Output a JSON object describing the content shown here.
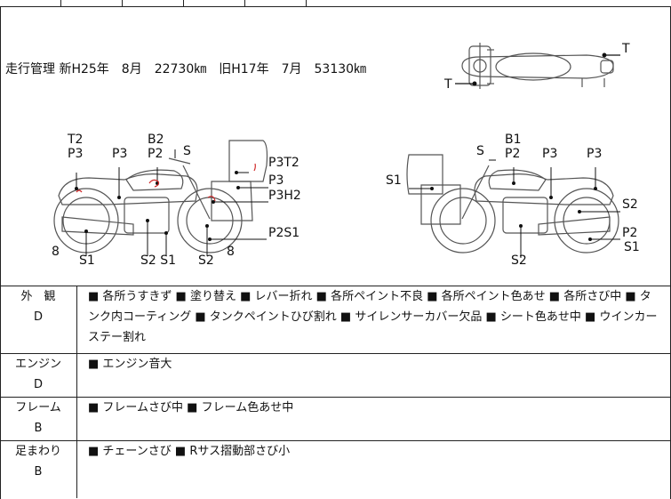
{
  "odometer": {
    "label": "走行管理",
    "new_reading": "新H25年　8月　22730㎞",
    "old_reading": "旧H17年　7月　53130㎞"
  },
  "top_view_labels": {
    "right": "T",
    "left": "T"
  },
  "left_side_labels": {
    "t2": "T2",
    "p3_a": "P3",
    "p3_b": "P3",
    "b2": "B2",
    "p2": "P2",
    "s": "S",
    "p3t2": "P3T2",
    "p3": "P3",
    "p3h2": "P3H2",
    "p2s1": "P2S1",
    "eight_a": "8",
    "eight_b": "8",
    "s1_a": "S1",
    "s2s1": "S2 S1",
    "s2": "S2"
  },
  "right_side_labels": {
    "b1": "B1",
    "s": "S",
    "p2": "P2",
    "p3_a": "P3",
    "p3_b": "P3",
    "s1_left": "S1",
    "s2_right": "S2",
    "s1_right": "S1",
    "s2_bottom": "S2"
  },
  "conditions": [
    {
      "category": "外　観",
      "grade": "D",
      "items": [
        "各所うすきず",
        "塗り替え",
        "レバー折れ",
        "各所ペイント不良",
        "各所ペイント色あせ",
        "各所さび中",
        "タンク内コーティング",
        "タンクペイントひび割れ",
        "サイレンサーカバー欠品",
        "シート色あせ中",
        "ウインカーステー割れ"
      ]
    },
    {
      "category": "エンジン",
      "grade": "D",
      "items": [
        "エンジン音大"
      ]
    },
    {
      "category": "フレーム",
      "grade": "B",
      "items": [
        "フレームさび中",
        "フレーム色あせ中"
      ]
    },
    {
      "category": "足まわり",
      "grade": "B",
      "items": [
        "チェーンさび",
        "Rサス摺動部さび小"
      ]
    }
  ],
  "bullet_glyph": "■"
}
